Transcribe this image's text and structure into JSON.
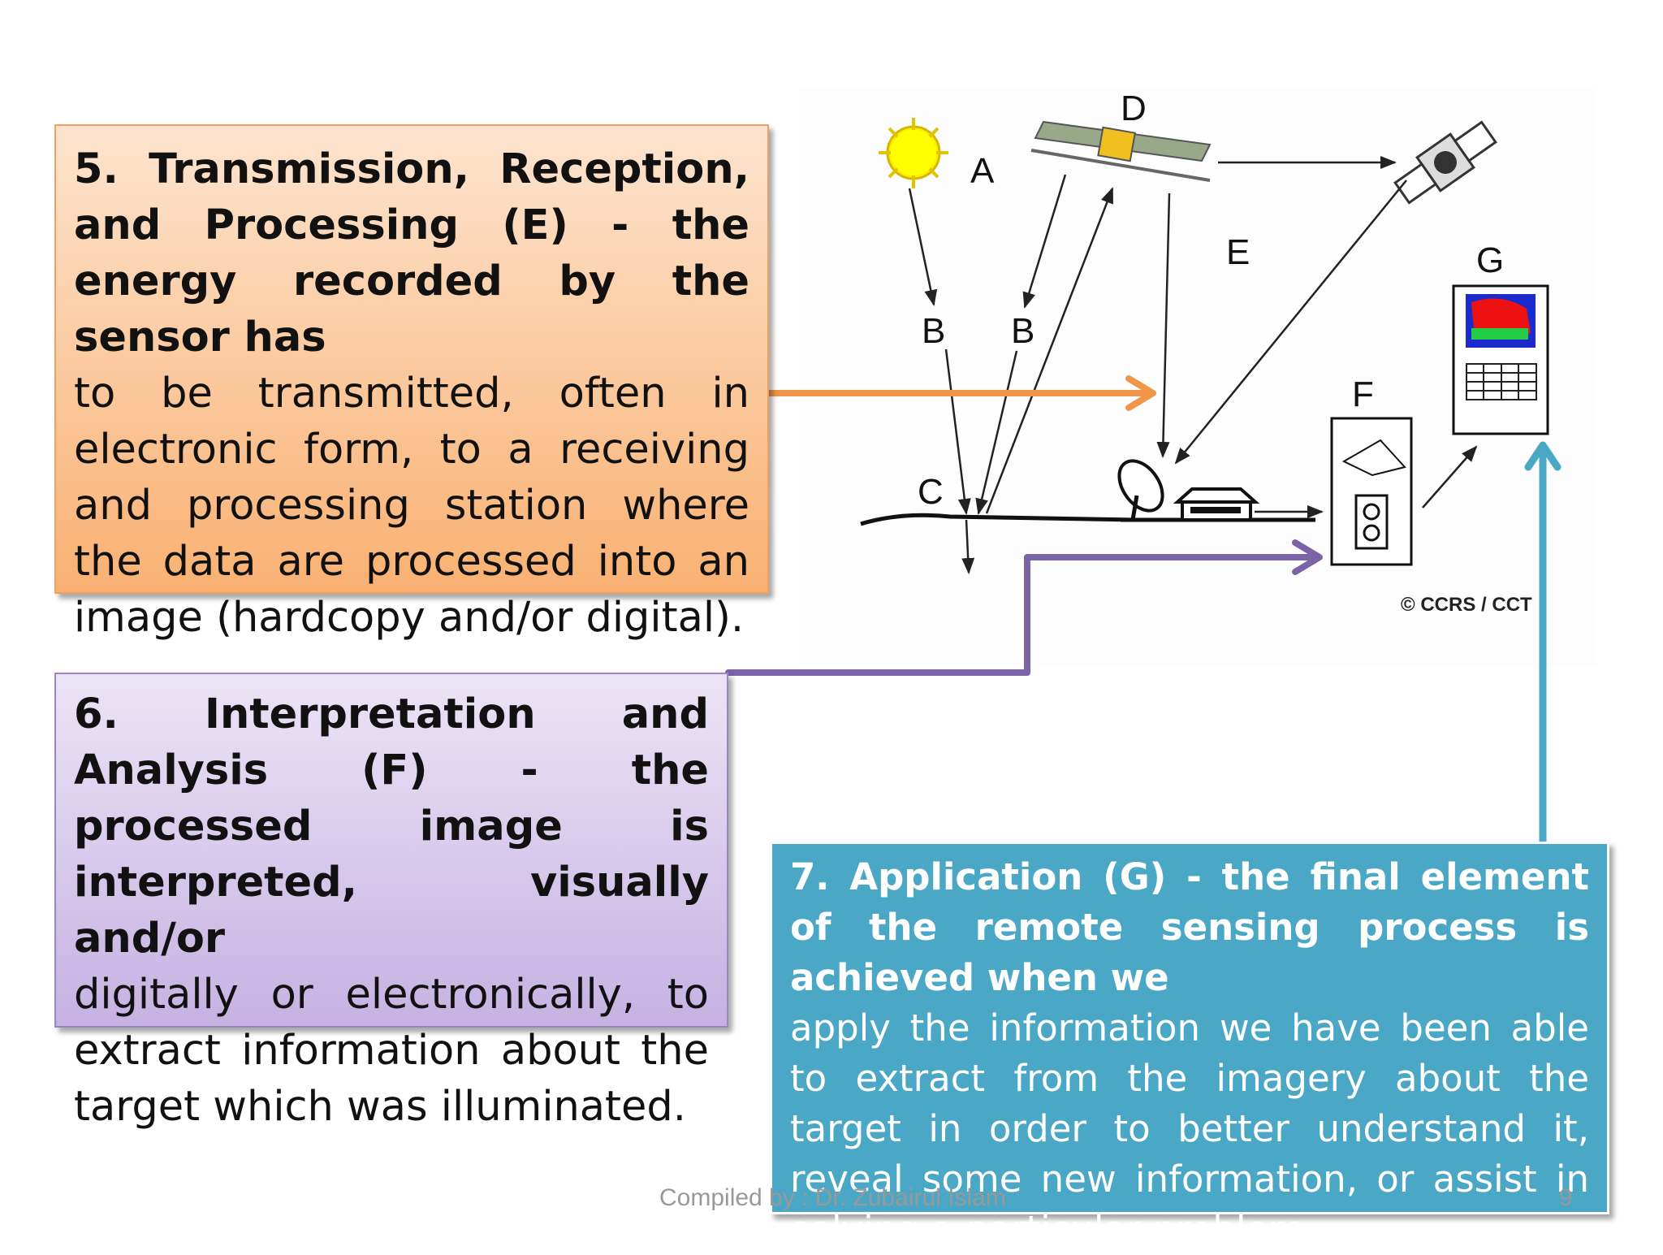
{
  "diagram": {
    "labels": {
      "a": "A",
      "b1": "B",
      "b2": "B",
      "c": "C",
      "d": "D",
      "e": "E",
      "f": "F",
      "g": "G"
    },
    "copyright": "© CCRS / CCT"
  },
  "box_e": {
    "bold": "5. Transmission, Reception, and Processing (E) - the energy recorded by the sensor has",
    "normal": "to be transmitted, often in electronic form, to a receiving and processing station where the data are processed into an image (hardcopy and/or digital)."
  },
  "box_f": {
    "bold": "6. Interpretation and Analysis (F) - the processed image is interpreted, visually and/or",
    "normal": "digitally or electronically, to extract information about the target which was illuminated."
  },
  "box_g": {
    "bold": "7. Application (G) - the final element of the remote sensing process is achieved when we",
    "normal": "apply the information we have been able to extract from the imagery about the target in order to better understand it, reveal some new information, or assist in solving a particular problem."
  },
  "footer": {
    "compiled": "Compiled by : Dr. Zubairul Islam",
    "page": "9"
  },
  "colors": {
    "orange_arrow": "#f0964a",
    "purple_arrow": "#7b63a8",
    "teal_arrow": "#4aa7c5"
  }
}
